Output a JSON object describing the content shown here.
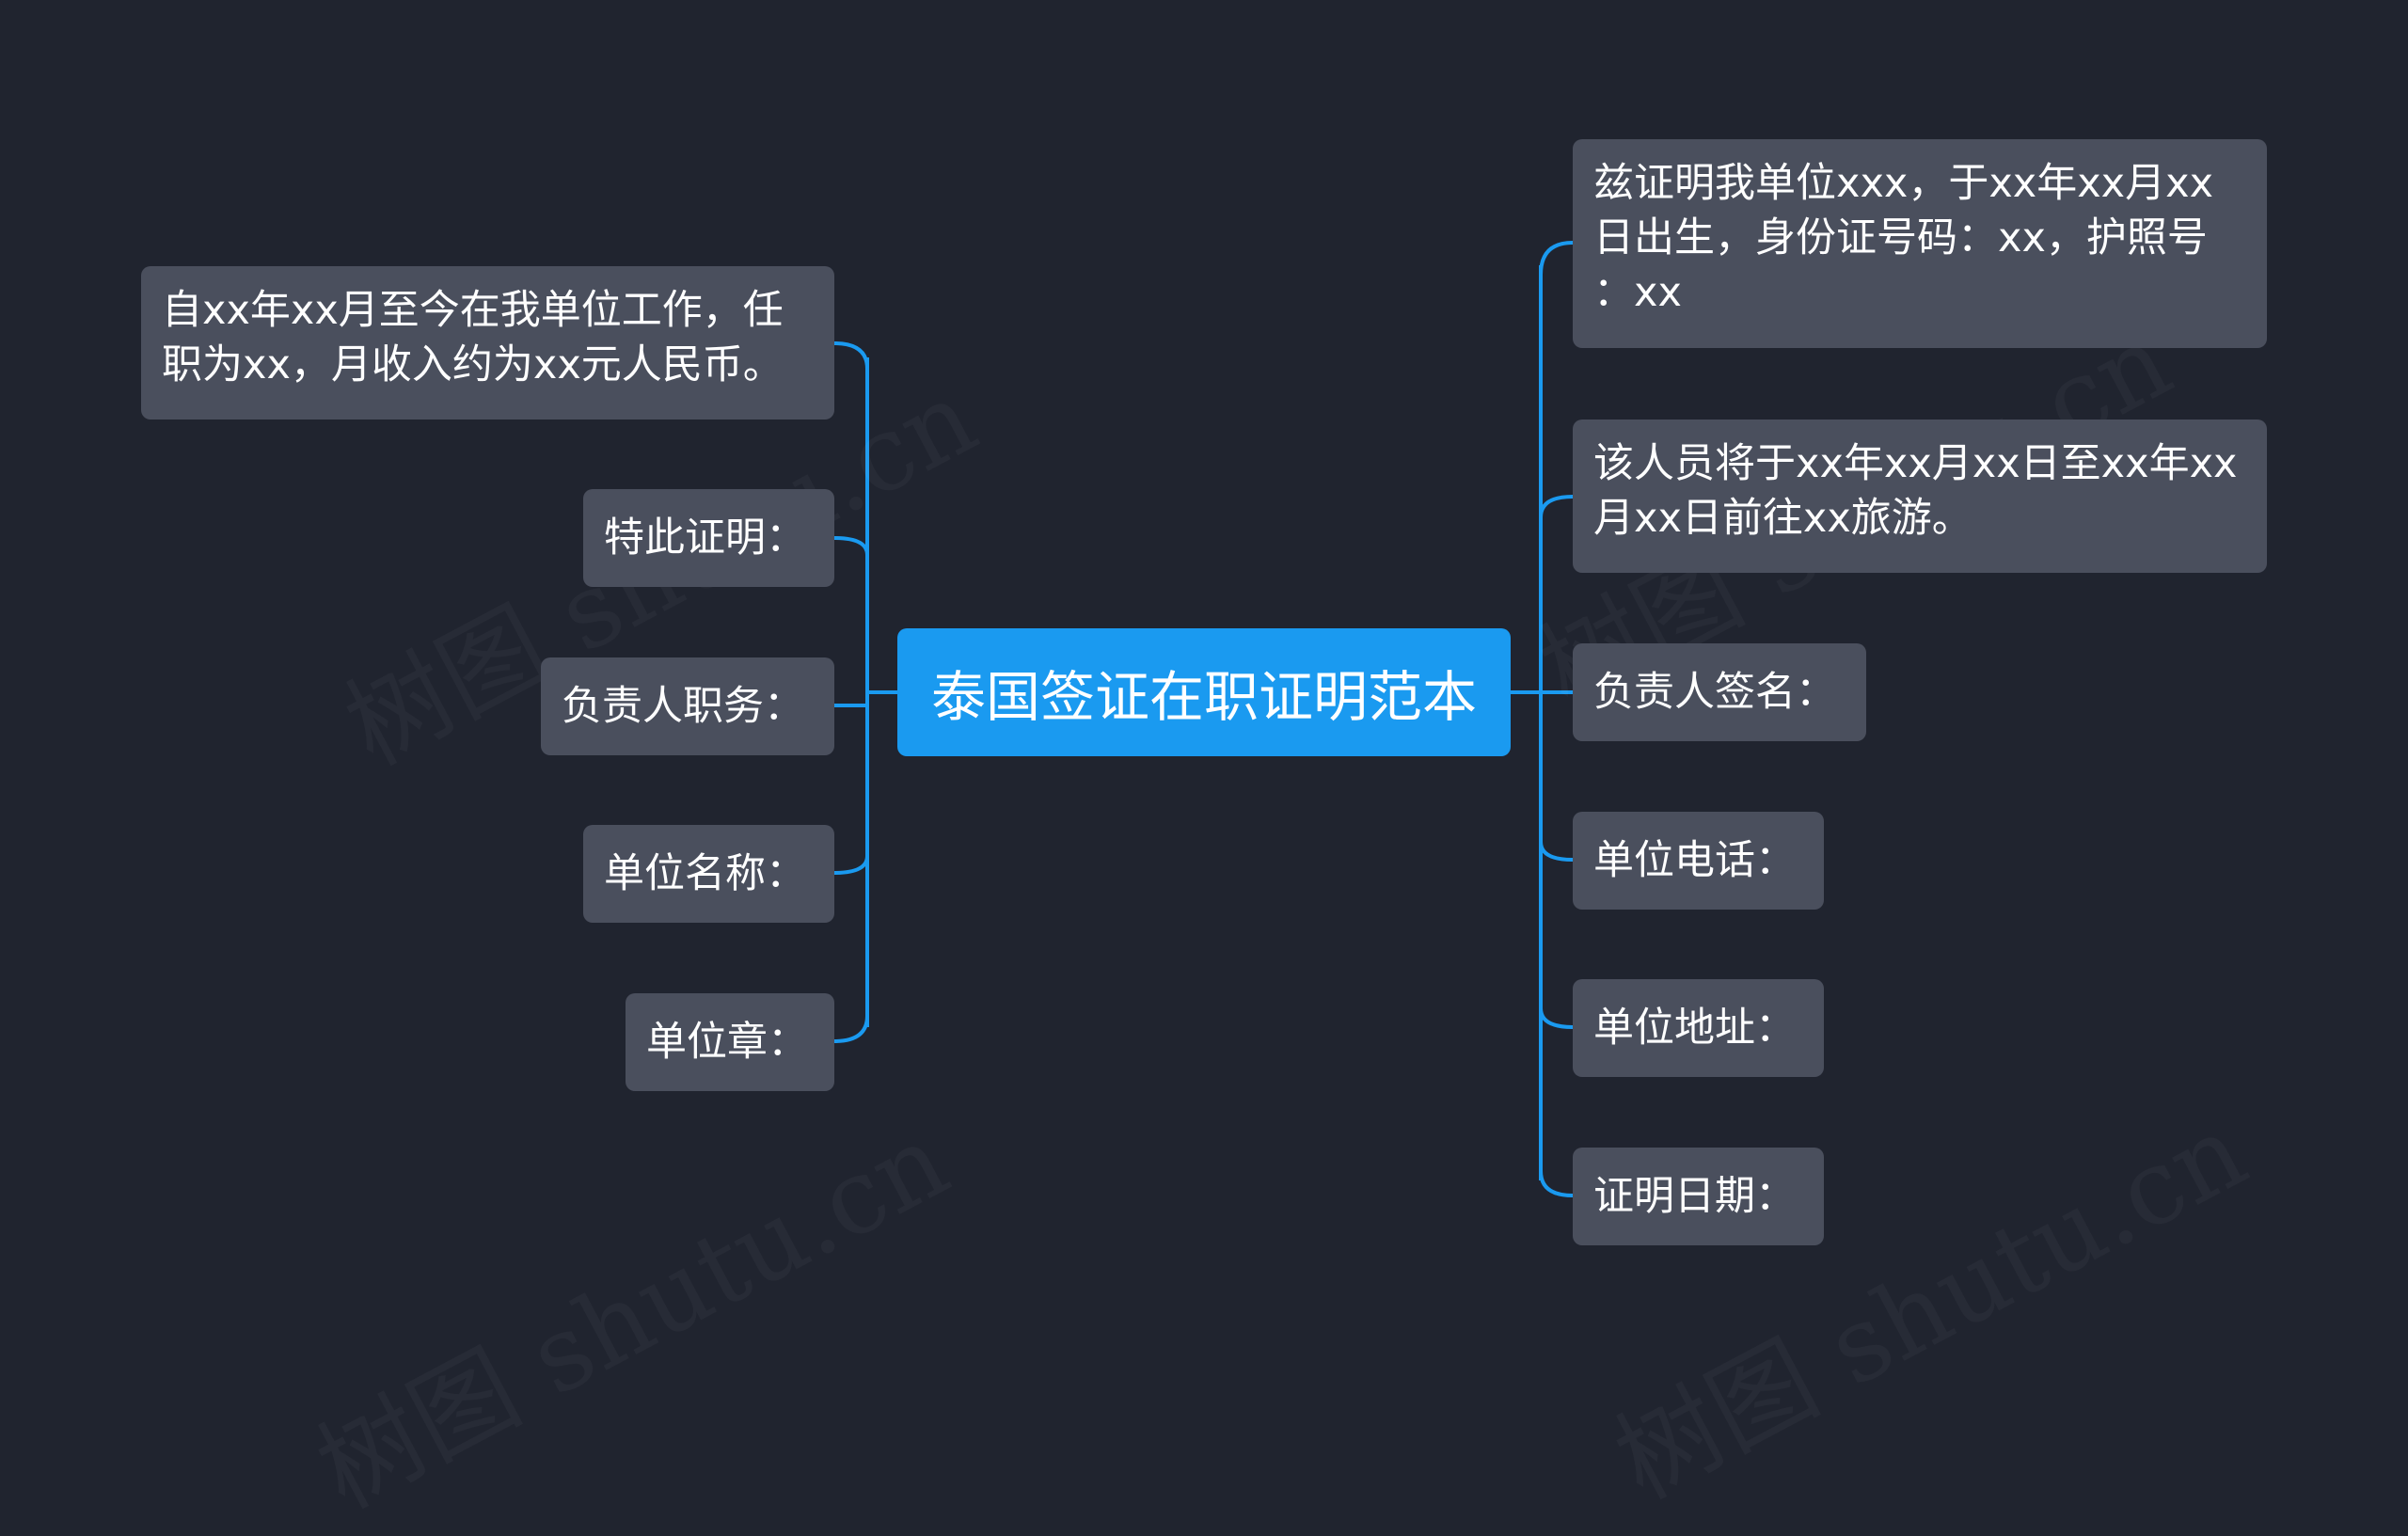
{
  "colors": {
    "background": "#20242f",
    "root_fill": "#1a9af0",
    "node_fill": "#4a4f5d",
    "connector": "#1a9af0",
    "text": "#ffffff"
  },
  "watermark": "树图 shutu.cn",
  "root": {
    "text": "泰国签证在职证明范本"
  },
  "left_nodes": [
    {
      "text": "自xx年xx月至今在我单位工作，任\n职为xx，月收入约为xx元人民币。"
    },
    {
      "text": "特此证明："
    },
    {
      "text": "负责人职务："
    },
    {
      "text": "单位名称："
    },
    {
      "text": "单位章："
    }
  ],
  "right_nodes": [
    {
      "text": "兹证明我单位xxx，于xx年xx月xx\n日出生，身份证号码：xx，护照号\n：xx"
    },
    {
      "text": "该人员将于xx年xx月xx日至xx年xx\n月xx日前往xx旅游。"
    },
    {
      "text": "负责人签名："
    },
    {
      "text": "单位电话："
    },
    {
      "text": "单位地址："
    },
    {
      "text": "证明日期："
    }
  ]
}
